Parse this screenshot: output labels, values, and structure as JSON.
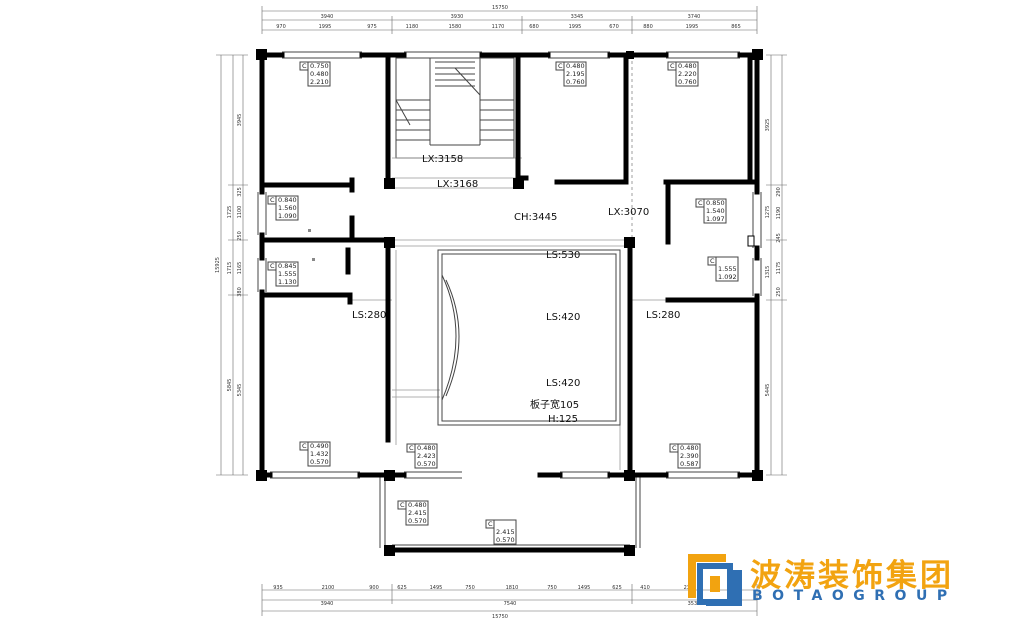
{
  "dimensions": {
    "top_total": "15750",
    "top_segments": [
      "3940",
      "3930",
      "3345",
      "3740"
    ],
    "top_sub": [
      "970",
      "1995",
      "975",
      "1180",
      "1580",
      "1170",
      "680",
      "1995",
      "670",
      "880",
      "1995",
      "865"
    ],
    "bottom_total": "15750",
    "bottom_segments": [
      "3940",
      "7540",
      "3530"
    ],
    "bottom_sub": [
      "935",
      "2100",
      "900",
      "625",
      "1495",
      "750",
      "1810",
      "750",
      "1495",
      "625",
      "410",
      "2310"
    ],
    "left_total": "15925",
    "left_segments": [
      "1725",
      "1715",
      "5845"
    ],
    "left_sub": [
      "3945",
      "325",
      "1100",
      "250",
      "1165",
      "380",
      "5345"
    ],
    "right_segments": [
      "3925",
      "1275",
      "1315",
      "5445"
    ],
    "right_sub": [
      "290",
      "1190",
      "245",
      "1175",
      "250"
    ]
  },
  "labels": {
    "lx1": "LX:3158",
    "lx2": "LX:3168",
    "lx3": "LX:3070",
    "ch": "CH:3445",
    "ls530": "LS:530",
    "ls420a": "LS:420",
    "ls420b": "LS:420",
    "ls280l": "LS:280",
    "ls280r": "LS:280",
    "slab": "板子宽105",
    "height": "H:125"
  },
  "windows": [
    {
      "c": "C",
      "v": [
        "0.750",
        "0.480",
        "2.210"
      ]
    },
    {
      "c": "C",
      "v": [
        "0.480",
        "2.195",
        "0.760"
      ]
    },
    {
      "c": "C",
      "v": [
        "0.480",
        "2.220",
        "0.760"
      ]
    },
    {
      "c": "C",
      "v": [
        "0.840",
        "1.560",
        "1.090"
      ]
    },
    {
      "c": "C",
      "v": [
        "0.845",
        "1.555",
        "1.130"
      ]
    },
    {
      "c": "C",
      "v": [
        "0.850",
        "1.540",
        "1.097"
      ]
    },
    {
      "c": "C",
      "v": [
        "1.555",
        "1.092"
      ]
    },
    {
      "c": "C",
      "v": [
        "0.490",
        "1.432",
        "0.570"
      ]
    },
    {
      "c": "C",
      "v": [
        "0.480",
        "2.423",
        "0.570"
      ]
    },
    {
      "c": "C",
      "v": [
        "0.480",
        "2.390",
        "0.587"
      ]
    },
    {
      "c": "C",
      "v": [
        "0.480",
        "2.415",
        "0.570"
      ]
    },
    {
      "c": "C",
      "v": [
        "2.415",
        "0.570"
      ]
    }
  ],
  "logo": {
    "cn": "波涛装饰集团",
    "en": "BOTAOGROUP",
    "colors": {
      "orange": "#f2a310",
      "blue": "#2f6fb3"
    }
  }
}
